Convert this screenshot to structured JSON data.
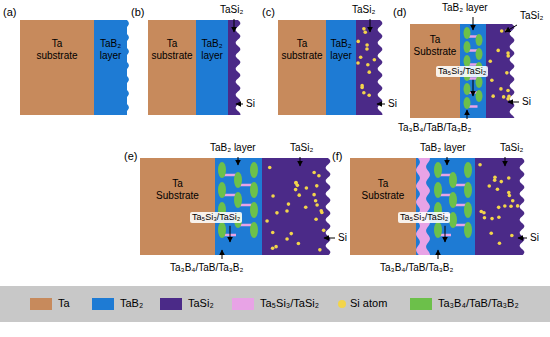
{
  "diagram": {
    "nodes": [
      {
        "text": [
          "Ta substrate"
        ]
      },
      {
        "text": [
          "TaB₂ layer"
        ]
      },
      {
        "text": [
          "Ta substrate"
        ]
      },
      {
        "text": [
          "TaB₂ layer"
        ]
      },
      {
        "text": [
          "Ta substrate"
        ]
      },
      {
        "text": [
          "TaB₂ layer"
        ]
      },
      {
        "text": [
          "Ta Substrate"
        ]
      },
      {
        "text": [
          "Ta Substrate"
        ]
      },
      {
        "text": [
          "Ta Substrate"
        ]
      }
    ],
    "labels": [
      "(a)",
      "(b)",
      "(c)",
      "(d)",
      "(e)",
      "(f)",
      "TaSi₂",
      "Si",
      "TaSi₂",
      "Si",
      "TaB₂ layer",
      "TaSi₂",
      "Ta₅Si₃/TaSi₂",
      "Si",
      "Ta₃B₄/TaB/Ta₃B₂",
      "TaB₂ layer",
      "TaSi₂",
      "Ta₅Si₃/TaSi₂",
      "Si",
      "Ta₃B₄/TaB/Ta₃B₂",
      "TaB₂ layer",
      "TaSi₂",
      "Ta₅Si₃/TaSi₂",
      "Si",
      "Ta₃B₄/TaB/Ta₃B₂"
    ],
    "legend": [
      {
        "text": "Ta",
        "color": "#c78a5c"
      },
      {
        "text": "TaB₂",
        "color": "#1e7bd4"
      },
      {
        "text": "TaSi₂",
        "color": "#4b2a88"
      },
      {
        "text": "Ta₅Si₃/TaSi₂",
        "color": "#e8a3e6"
      },
      {
        "text": "Si atom",
        "color": "#f3d54b"
      },
      {
        "text": "Ta₃B₄/TaB/Ta₃B₂",
        "color": "#6cc04a"
      }
    ]
  }
}
